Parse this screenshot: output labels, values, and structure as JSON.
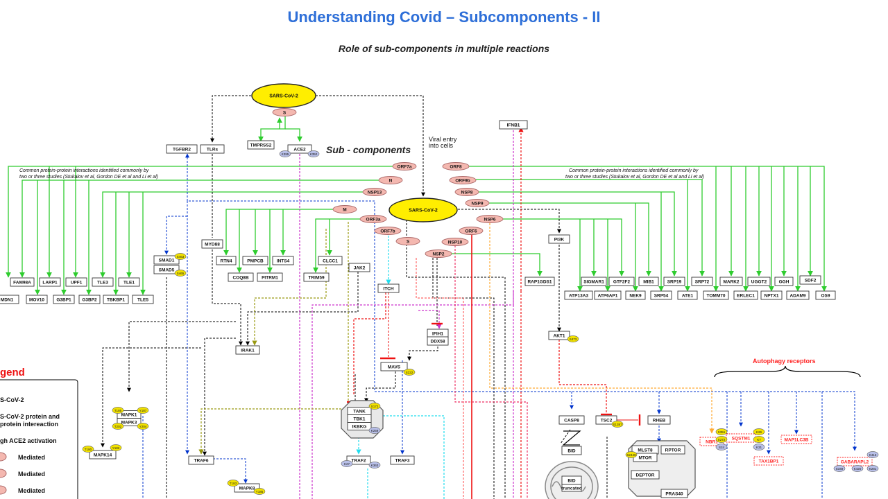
{
  "header": {
    "title": "Understanding Covid – Subcomponents - II",
    "subtitle": "Role of sub-components in multiple reactions"
  },
  "labels": {
    "sub_components": "Sub - components",
    "viral_entry": [
      "Viral entry",
      "into cells"
    ],
    "common_left": [
      "Common protein-protein interactions identified commonly by",
      "two or three studies (Stukalov et al, Gordon DE et al and Li et al)"
    ],
    "common_right": [
      "Common protein-protein interactions identified commonly by",
      "two or three studies (Stukalov et al, Gordon DE et al and Li et al)"
    ],
    "autophagy": "Autophagy receptors"
  },
  "legend": {
    "title": "gend",
    "items": [
      "S-CoV-2",
      "S-CoV-2 protein and",
      "protein intereaction",
      "gh ACE2 activation",
      "Mediated",
      "Mediated",
      "Mediated"
    ]
  },
  "nodes": {
    "sars1": "SARS-CoV-2",
    "sars2": "SARS-CoV-2",
    "s_top": "S",
    "s_mid": "S",
    "tmprss2": "TMPRSS2",
    "ace2": "ACE2",
    "tgfbr2": "TGFBR2",
    "tlrs": "TLRs",
    "ifnb1": "IFNB1",
    "orf7a": "ORF7a",
    "n": "N",
    "nsp13": "NSP13",
    "m": "M",
    "orf3a": "ORF3a",
    "orf7b": "ORF7b",
    "orf8": "ORF8",
    "orf9b": "ORF9b",
    "nsp8": "NSP8",
    "nsp9": "NSP9",
    "nsp6": "NSP6",
    "orf6": "ORF6",
    "nsp10": "NSP10",
    "nsp2": "NSP2",
    "fam98a": "FAM98A",
    "mdn1": "MDN1",
    "larp1": "LARP1",
    "mov10": "MOV10",
    "upf1": "UPF1",
    "g3bp1": "G3BP1",
    "tle3": "TLE3",
    "g3bp2": "G3BP2",
    "tle1": "TLE1",
    "tbkbp1": "TBKBP1",
    "tle5": "TLE5",
    "smad1": "SMAD1",
    "smad5": "SMAD5",
    "myd88": "MYD88",
    "rtn4": "RTN4",
    "pmpcb": "PMPCB",
    "ints4": "INTS4",
    "coq8b": "COQ8B",
    "pitrm1": "PITRM1",
    "clcc1": "CLCC1",
    "trim59": "TRIM59",
    "jak2": "JAK2",
    "itch": "ITCH",
    "ifih1": "IFIH1",
    "ddx58": "DDX58",
    "mavs": "MAVS",
    "irak1": "IRAK1",
    "pi3k": "PI3K",
    "rap1gds1": "RAP1GDS1",
    "akt1": "AKT1",
    "sigmar1": "SIGMAR1",
    "gtf2f2": "GTF2F2",
    "mib1": "MIB1",
    "srp19": "SRP19",
    "srp72": "SRP72",
    "mark2": "MARK2",
    "uggt2": "UGGT2",
    "ggh": "GGH",
    "sdf2": "SDF2",
    "atp13a3": "ATP13A3",
    "atp6ap1": "ATP6AP1",
    "nek9": "NEK9",
    "srp54": "SRP54",
    "ate1": "ATE1",
    "tomm70": "TOMM70",
    "erlec1": "ERLEC1",
    "nptx1": "NPTX1",
    "adam9": "ADAM9",
    "os9": "OS9",
    "tank": "TANK",
    "tbk1": "TBK1",
    "ikbkg": "IKBKG",
    "traf2": "TRAF2",
    "traf3": "TRAF3",
    "traf6": "TRAF6",
    "mapk1": "MAPK1",
    "mapk3": "MAPK3",
    "mapk14": "MAPK14",
    "mapk8": "MAPK8",
    "casp8": "CASP8",
    "bid": "BID",
    "bid_t1": "BID",
    "bid_t2": "truncated",
    "tsc2": "TSC2",
    "rheb": "RHEB",
    "mlst8": "MLST8",
    "rptor": "RPTOR",
    "mtor": "MTOR",
    "deptor": "DEPTOR",
    "pras40": "PRAS40",
    "nbr1": "NBR1",
    "sqstm1": "SQSTM1",
    "tax1bp1": "TAX1BP1",
    "map1lc3b": "MAP1LC3B",
    "gabarapl2": "GABARAPL2"
  },
  "badges": {
    "s465": "S463",
    "s465b": "S465",
    "t308": "S473",
    "s172": "S172",
    "s129": "S129",
    "k259": "K259",
    "y185": "T185",
    "y187": "Y187",
    "t202": "T202",
    "y204": "Y204",
    "t180": "T180",
    "y182": "Y182",
    "s1387": "S1387",
    "s2448": "S2448",
    "k27": "K27",
    "k363": "K363",
    "t183": "T183",
    "y185b": "Y185",
    "s351": "S351",
    "s272": "S272",
    "s24": "S24",
    "k26": "K26",
    "k7": "K7",
    "k31": "K31",
    "k413": "K413",
    "s349": "S349",
    "k420": "K420",
    "k281": "K281",
    "k395": "K395",
    "k352": "K352",
    "s222": "S222"
  },
  "colors": {
    "title": "#2e6fd8",
    "green": "#2ecc2e",
    "node_pink": "#f4b8b0",
    "node_yellow": "#ffee00",
    "badge_yellow": "#f2e200",
    "badge_lavender": "#b8bfe8",
    "autophagy_red": "#ff2222",
    "blue": "#0033cc",
    "magenta": "#cc33cc",
    "red": "#ee1111",
    "cyan": "#22ddee",
    "olive": "#999911",
    "orange": "#ffaa33"
  }
}
